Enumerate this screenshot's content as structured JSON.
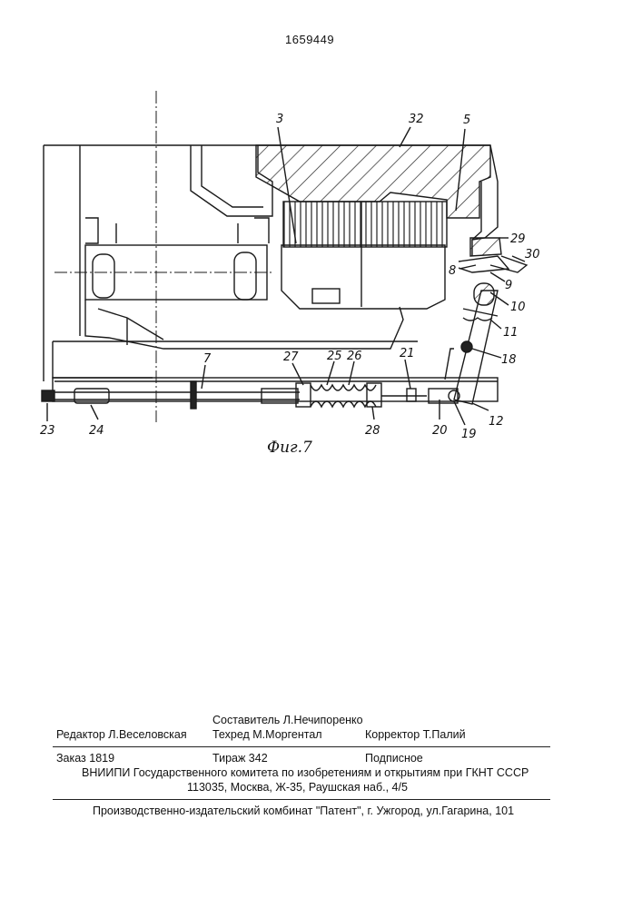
{
  "patent_number": "1659449",
  "figure_caption": "Фиг.7",
  "part_labels": [
    "3",
    "32",
    "5",
    "29",
    "30",
    "8",
    "9",
    "10",
    "11",
    "18",
    "12",
    "19",
    "20",
    "21",
    "28",
    "26",
    "25",
    "27",
    "7",
    "24",
    "23"
  ],
  "imprint": {
    "compiler": "Составитель  Л.Нечипоренко",
    "editor": "Редактор  Л.Веселовская",
    "techred": "Техред М.Моргентал",
    "corrector": "Корректор Т.Палий",
    "order": "Заказ  1819",
    "circulation": "Тираж 342",
    "subscription": "Подписное",
    "vniipi": "ВНИИПИ Государственного комитета по изобретениям и открытиям при ГКНТ СССР",
    "address": "113035, Москва, Ж-35, Раушская наб., 4/5",
    "publisher": "Производственно-издательский комбинат \"Патент\", г. Ужгород, ул.Гагарина, 101"
  }
}
